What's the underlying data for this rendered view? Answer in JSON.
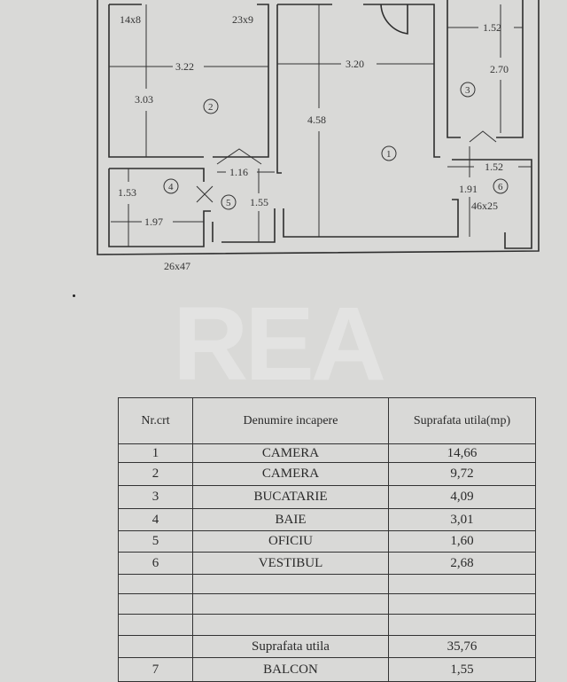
{
  "watermark": "REA",
  "plan": {
    "rooms": [
      {
        "no": "1",
        "dims": [
          "3.20",
          "4.58"
        ]
      },
      {
        "no": "2",
        "dims": [
          "3.22",
          "3.03"
        ]
      },
      {
        "no": "3",
        "dims": [
          "1.52",
          "2.70"
        ]
      },
      {
        "no": "4",
        "dims": [
          "1.53",
          "1.97"
        ]
      },
      {
        "no": "5",
        "dims": [
          "1.16",
          "1.55"
        ]
      },
      {
        "no": "6",
        "dims": [
          "1.52",
          "1.91"
        ]
      }
    ],
    "openings": [
      "14x8",
      "23x9",
      "46x25",
      "26x47"
    ]
  },
  "table": {
    "headers": [
      "Nr.crt",
      "Denumire incapere",
      "Suprafata utila(mp)"
    ],
    "rows": [
      {
        "nr": "1",
        "name": "CAMERA",
        "area": "14,66"
      },
      {
        "nr": "2",
        "name": "CAMERA",
        "area": "9,72"
      },
      {
        "nr": "3",
        "name": "BUCATARIE",
        "area": "4,09"
      },
      {
        "nr": "4",
        "name": "BAIE",
        "area": "3,01"
      },
      {
        "nr": "5",
        "name": "OFICIU",
        "area": "1,60"
      },
      {
        "nr": "6",
        "name": "VESTIBUL",
        "area": "2,68"
      }
    ],
    "total_label": "Suprafata utila",
    "total_value": "35,76",
    "balcony": {
      "nr": "7",
      "name": "BALCON",
      "area": "1,55"
    }
  }
}
